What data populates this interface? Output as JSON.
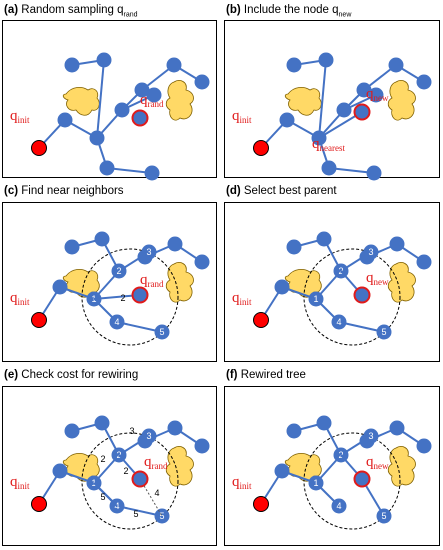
{
  "panels": [
    {
      "letter": "(a)",
      "text": "Random sampling q",
      "sub": "rand"
    },
    {
      "letter": "(b)",
      "text": "Include the node q",
      "sub": "new"
    },
    {
      "letter": "(c)",
      "text": "Find near neighbors",
      "sub": ""
    },
    {
      "letter": "(d)",
      "text": "Select best parent",
      "sub": ""
    },
    {
      "letter": "(e)",
      "text": "Check cost for rewiring",
      "sub": ""
    },
    {
      "letter": "(f)",
      "text": "Rewired tree",
      "sub": ""
    }
  ],
  "labels": {
    "q": "q",
    "init": "init",
    "rand": "rand",
    "new": "new",
    "nearest": "nearest"
  },
  "node_numbers": [
    "1",
    "2",
    "3",
    "4",
    "5"
  ],
  "edge_costs": {
    "c_rand_cost": "2",
    "e_costs": [
      "3",
      "2",
      "2",
      "5",
      "5",
      "4"
    ]
  },
  "colors": {
    "node_fill": "#4472c4",
    "edge": "#4472c4",
    "obstacle_fill": "#ffd966",
    "obstacle_stroke": "#7f6000",
    "init_fill": "#ff0000",
    "new_stroke": "#e01b1b",
    "label_red": "#e01b1b"
  }
}
